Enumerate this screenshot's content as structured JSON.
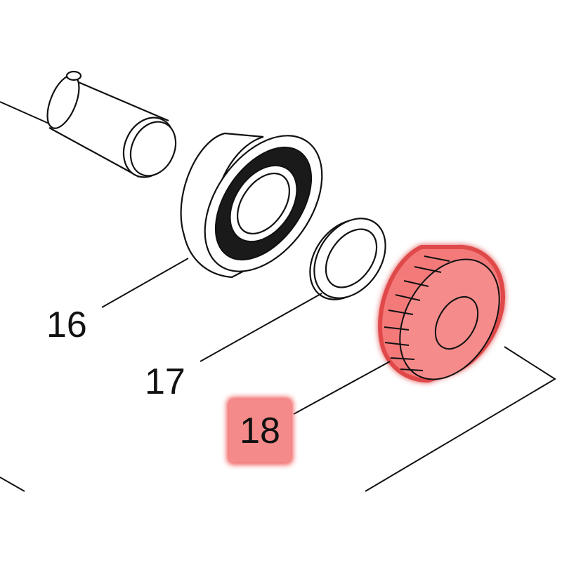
{
  "parts": [
    {
      "id": "16",
      "label": "16",
      "highlighted": false
    },
    {
      "id": "17",
      "label": "17",
      "highlighted": false
    },
    {
      "id": "18",
      "label": "18",
      "highlighted": true
    }
  ],
  "colors": {
    "line": "#111111",
    "highlight_fill": "#f47a7a",
    "highlight_glow": "#f05050",
    "label_highlight_bg": "#f48a8a"
  }
}
